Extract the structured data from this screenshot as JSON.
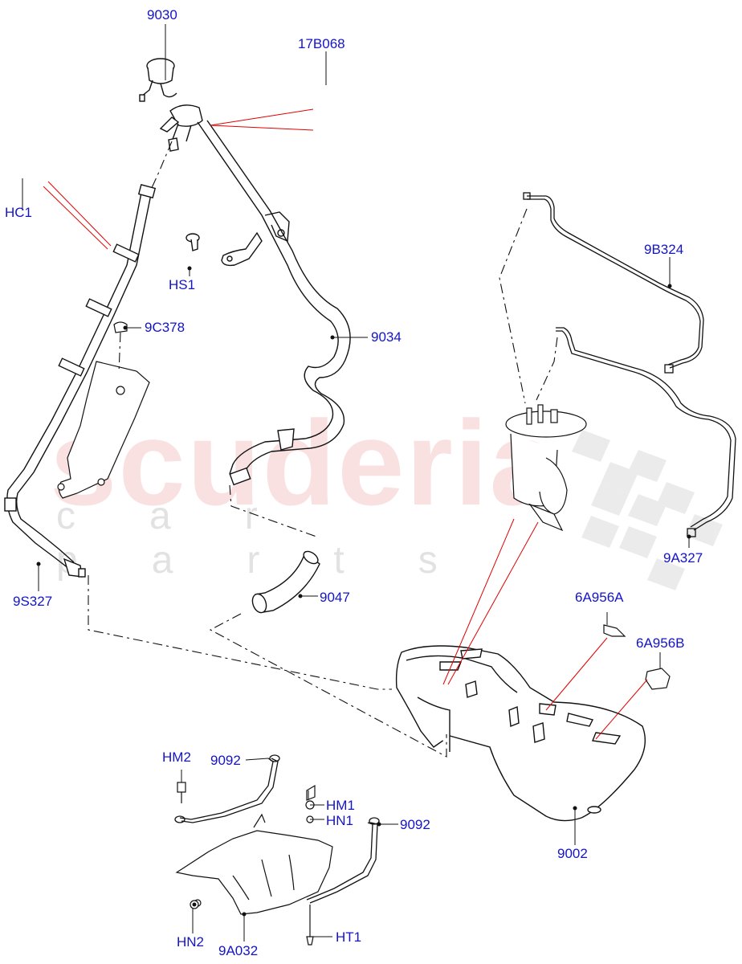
{
  "watermark": {
    "main": "scuderia",
    "sub": "car parts"
  },
  "colors": {
    "label": "#1414c8",
    "leader_red": "#e00000",
    "line_art": "#111111",
    "watermark_red": "#e87878",
    "watermark_grey": "#969696"
  },
  "labels": {
    "p9030": "9030",
    "p17B068": "17B068",
    "pHC1": "HC1",
    "pHS1": "HS1",
    "p9C378": "9C378",
    "p9034": "9034",
    "p9B324": "9B324",
    "p9A327": "9A327",
    "p9S327": "9S327",
    "p9047": "9047",
    "p6A956A": "6A956A",
    "p6A956B": "6A956B",
    "pHM2": "HM2",
    "p9092a": "9092",
    "pHM1": "HM1",
    "pHN1": "HN1",
    "p9092b": "9092",
    "p9002": "9002",
    "pHN2": "HN2",
    "p9A032": "9A032",
    "pHT1": "HT1"
  }
}
